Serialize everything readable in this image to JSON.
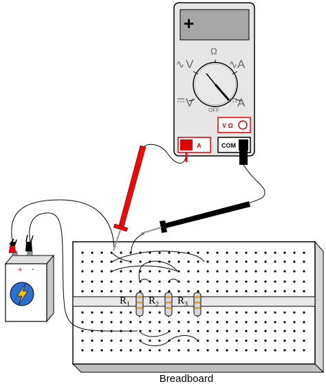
{
  "meter": {
    "display": "+",
    "dial_labels": {
      "ohm": "Ω",
      "v_ac": "V",
      "a_ac": "A",
      "v_dc": "V",
      "a_dc": "A",
      "off": "OFF"
    },
    "jacks": {
      "amp": "A",
      "com": "COM",
      "volt_ohm": "V Ω"
    }
  },
  "battery": {
    "plus": "+",
    "minus": "-"
  },
  "resistors": [
    {
      "letter": "R",
      "sub": "1"
    },
    {
      "letter": "R",
      "sub": "2"
    },
    {
      "letter": "R",
      "sub": "3"
    }
  ],
  "caption": "Breadboard",
  "colors": {
    "meter_body": "#e6e6e6",
    "display_bg": "#a6a6a6",
    "red_lead": "#ff0000",
    "black_lead": "#000000",
    "resistor_band": "#f0a020",
    "battery_body": "#ffffff",
    "lightning_circle": "#2b6fd6",
    "lightning_bolt": "#f5c400"
  }
}
